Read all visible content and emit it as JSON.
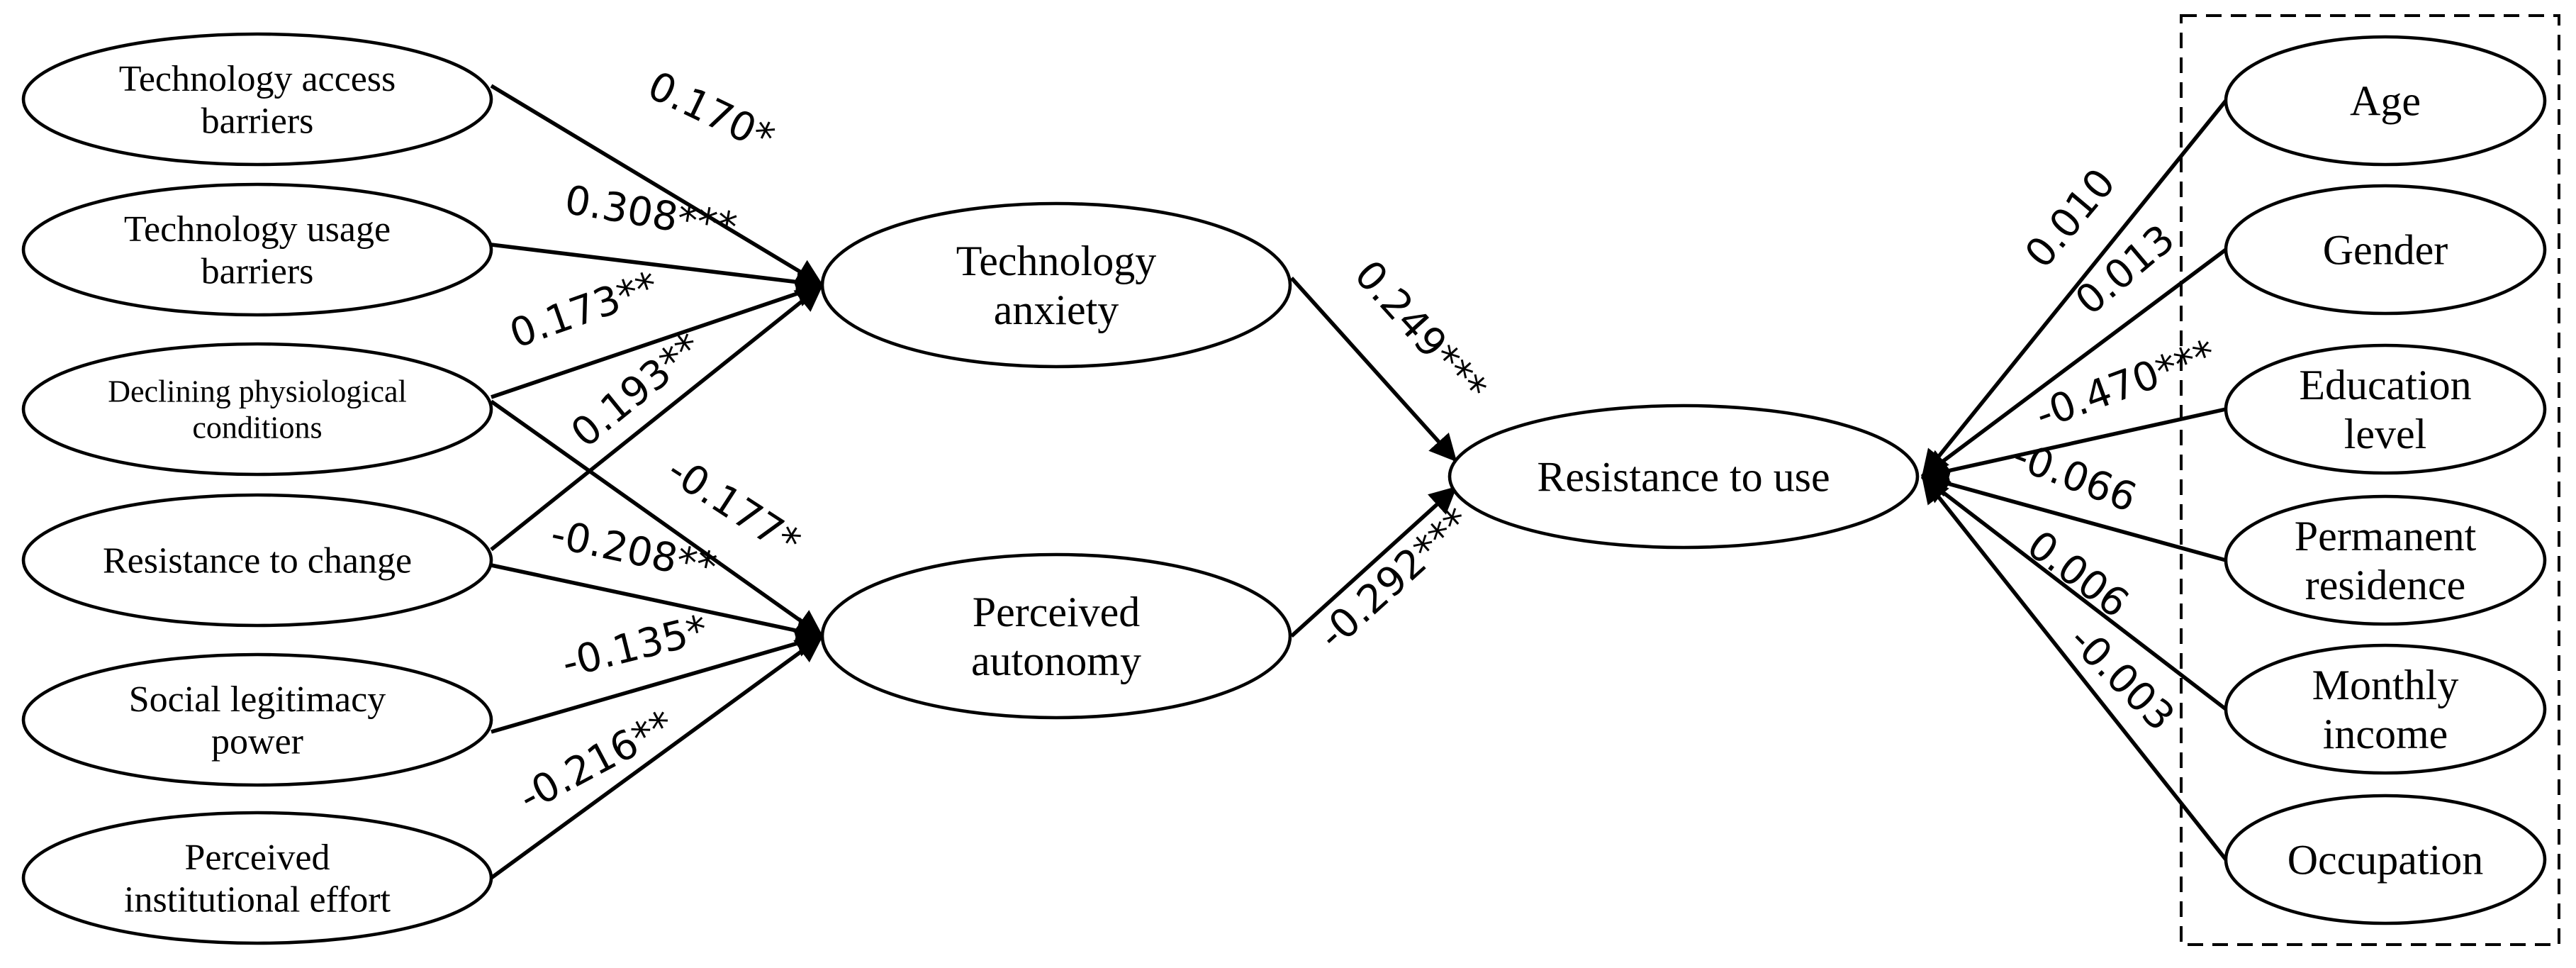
{
  "nodes": {
    "tech_access_barriers": [
      "Technology access",
      "barriers"
    ],
    "tech_usage_barriers": [
      "Technology usage",
      "barriers"
    ],
    "declining_physio": [
      "Declining physiological",
      "conditions"
    ],
    "resistance_change": [
      "Resistance to change"
    ],
    "social_legitimacy": [
      "Social legitimacy",
      "power"
    ],
    "institutional_effort": [
      "Perceived",
      "institutional effort"
    ],
    "technology_anxiety": [
      "Technology",
      "anxiety"
    ],
    "perceived_autonomy": [
      "Perceived",
      "autonomy"
    ],
    "resistance_use": [
      "Resistance to use"
    ],
    "age": [
      "Age"
    ],
    "gender": [
      "Gender"
    ],
    "education": [
      "Education",
      "level"
    ],
    "residence": [
      "Permanent",
      "residence"
    ],
    "income": [
      "Monthly",
      "income"
    ],
    "occupation": [
      "Occupation"
    ]
  },
  "paths": [
    {
      "from": "tech_access_barriers",
      "to": "technology_anxiety",
      "coefficient": "0.170*"
    },
    {
      "from": "tech_usage_barriers",
      "to": "technology_anxiety",
      "coefficient": "0.308***"
    },
    {
      "from": "declining_physio",
      "to": "technology_anxiety",
      "coefficient": "0.173**"
    },
    {
      "from": "resistance_change",
      "to": "technology_anxiety",
      "coefficient": "0.193**"
    },
    {
      "from": "declining_physio",
      "to": "perceived_autonomy",
      "coefficient": "-0.177*"
    },
    {
      "from": "resistance_change",
      "to": "perceived_autonomy",
      "coefficient": "-0.208**"
    },
    {
      "from": "social_legitimacy",
      "to": "perceived_autonomy",
      "coefficient": "-0.135*"
    },
    {
      "from": "institutional_effort",
      "to": "perceived_autonomy",
      "coefficient": "-0.216**"
    },
    {
      "from": "technology_anxiety",
      "to": "resistance_use",
      "coefficient": "0.249***"
    },
    {
      "from": "perceived_autonomy",
      "to": "resistance_use",
      "coefficient": "-0.292***"
    },
    {
      "from": "age",
      "to": "resistance_use",
      "coefficient": "0.010"
    },
    {
      "from": "gender",
      "to": "resistance_use",
      "coefficient": "0.013"
    },
    {
      "from": "education",
      "to": "resistance_use",
      "coefficient": "-0.470***"
    },
    {
      "from": "residence",
      "to": "resistance_use",
      "coefficient": "-0.066"
    },
    {
      "from": "income",
      "to": "resistance_use",
      "coefficient": "0.006"
    },
    {
      "from": "occupation",
      "to": "resistance_use",
      "coefficient": "-0.003"
    }
  ]
}
